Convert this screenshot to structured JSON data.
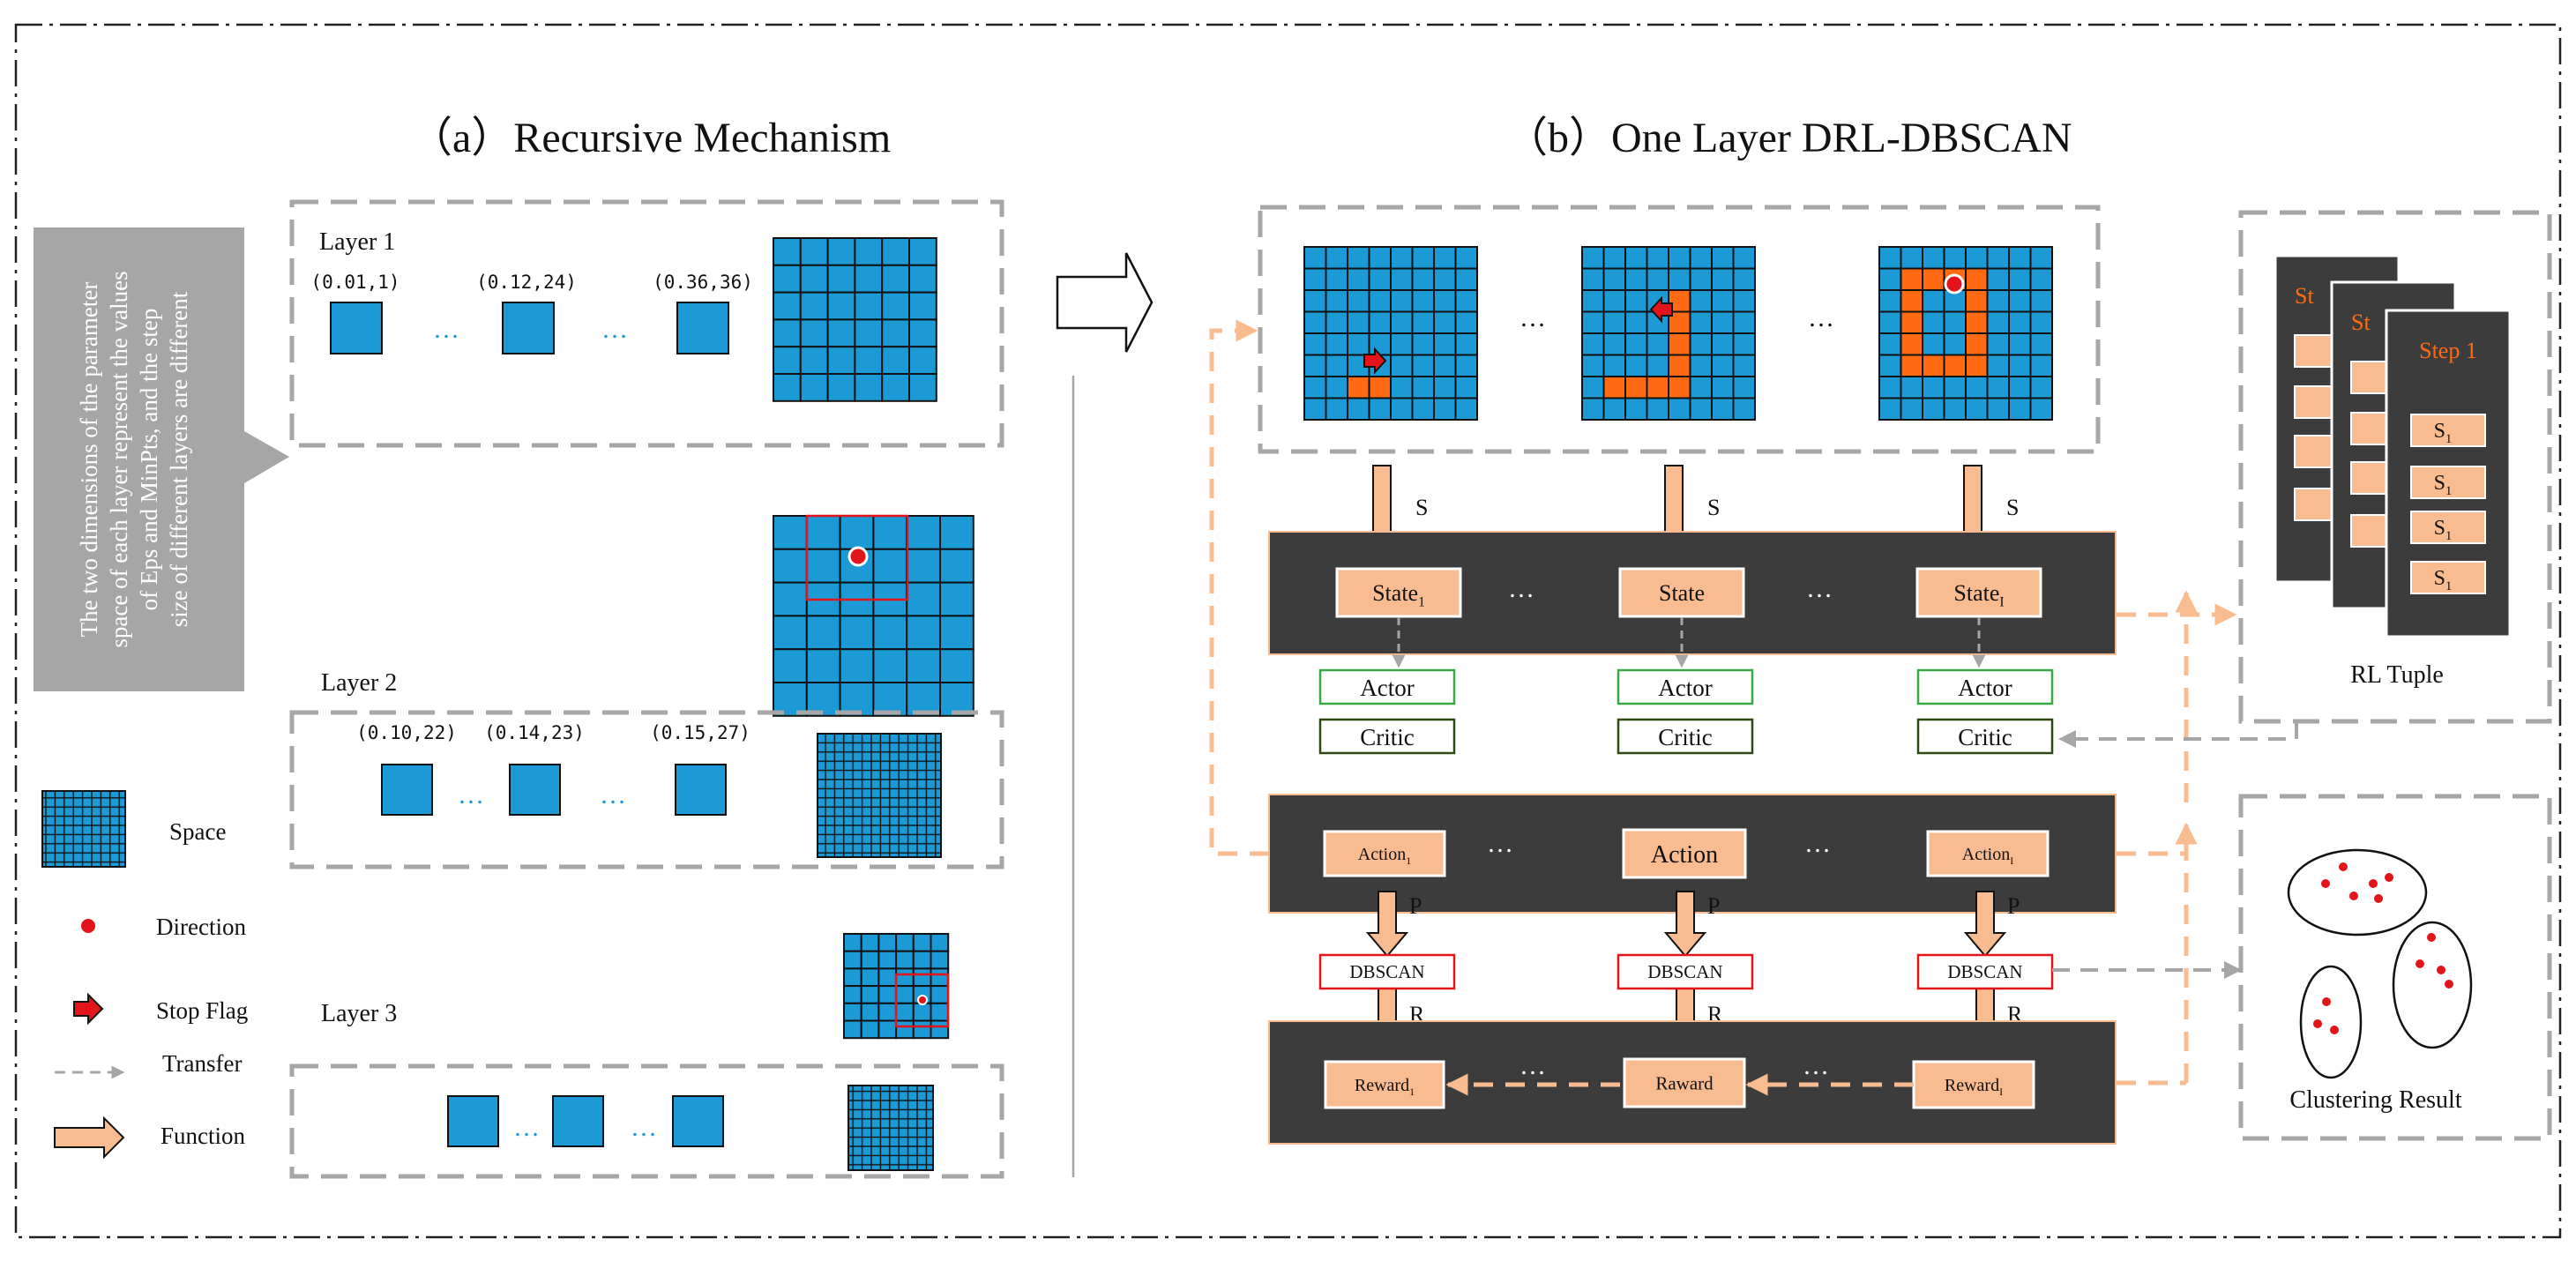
{
  "panel_a": {
    "title": "（a）Recursive Mechanism",
    "side_note": "The two dimensions of the parameter space of each layer represent the values of Eps and MinPts, and the step size of different layers are different",
    "layers": [
      {
        "label": "Layer 1",
        "params": [
          "(0.01,1)",
          "(0.12,24)",
          "(0.36,36)"
        ]
      },
      {
        "label": "Layer 2",
        "params": [
          "(0.10,22)",
          "(0.14,23)",
          "(0.15,27)"
        ]
      },
      {
        "label": "Layer 3",
        "params": []
      }
    ],
    "ellipsis": "…",
    "legend": {
      "space": "Space",
      "direction": "Direction",
      "stop_flag": "Stop Flag",
      "transfer": "Transfer",
      "function": "Function"
    }
  },
  "panel_b": {
    "title": "（b）One Layer DRL-DBSCAN",
    "ellipsis": "…",
    "states": [
      "State",
      "State",
      "State"
    ],
    "state_subs": [
      "1",
      "",
      "I"
    ],
    "actors": [
      "Actor",
      "Actor",
      "Actor"
    ],
    "critics": [
      "Critic",
      "Critic",
      "Critic"
    ],
    "actions": [
      "Action",
      "Action",
      "Action"
    ],
    "action_subs": [
      "1",
      "",
      "I"
    ],
    "dbscan": [
      "DBSCAN",
      "DBSCAN",
      "DBSCAN"
    ],
    "rewards": [
      "Reward",
      "Raward",
      "Reward"
    ],
    "reward_subs": [
      "1",
      "",
      "I"
    ],
    "arrow_labels": {
      "s": "S",
      "p": "P",
      "r": "R"
    },
    "rl_tuple": {
      "label": "RL Tuple",
      "step_label": "Step 1",
      "back_step": "St",
      "s_items": [
        "S",
        "S",
        "S",
        "S"
      ],
      "s_sub": "1",
      "back_s": "S"
    },
    "clustering_label": "Clustering Result"
  },
  "colors": {
    "cell": "#1b9ad6",
    "orange": "#ff6a13",
    "peach": "#f9bc91",
    "dark": "#3c3c3c",
    "gray": "#a6a6a6",
    "red": "#e4141b",
    "actor_green": "#39a845",
    "critic_green": "#2e4a12"
  }
}
